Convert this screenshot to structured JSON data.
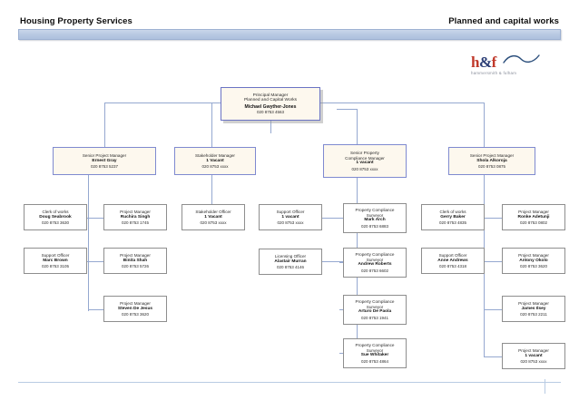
{
  "header": {
    "left_title": "Housing Property Services",
    "right_title": "Planned and capital works"
  },
  "logo": {
    "mark_h": "h",
    "mark_amp": "&",
    "mark_f": "f",
    "subtitle": "hammersmith & fulham",
    "colors": {
      "red": "#c0392b",
      "navy": "#2c3e76",
      "swoosh": "#1f4e79"
    }
  },
  "chart_data": {
    "type": "diagram",
    "title": "Planned and capital works organisation chart",
    "levels": [
      {
        "level": 1,
        "nodes": [
          {
            "id": "principal-manager",
            "role": "Principal Manager",
            "role2": "Planned and Capital Works",
            "name": "Michael Gwyther-Jones",
            "tel": "020 8753 4563"
          }
        ]
      },
      {
        "level": 2,
        "nodes": [
          {
            "id": "snr-project-manager-1",
            "role": "Senior Project Manager",
            "name": "Ernest Gray",
            "tel": "020 8753 5237"
          },
          {
            "id": "stakeholder-manager",
            "role": "Stakeholder Manager",
            "name": "1 Vacant",
            "tel": "020 8753 xxxx"
          },
          {
            "id": "snr-property-compliance-manager",
            "role": "Senior Property",
            "role2": "Compliance Manager",
            "name": "1 vacant",
            "tel": "020 8753 xxxx"
          },
          {
            "id": "snr-project-manager-2",
            "role": "Senior Project Manager",
            "name": "Shola Alkoroja",
            "tel": "020 8753 0875"
          }
        ]
      },
      {
        "level": 3,
        "columns": [
          {
            "id": "col-clerk-support",
            "nodes": [
              {
                "id": "clerk-of-works-doug",
                "role": "Clerk of works",
                "name": "Doug Seabrook",
                "tel": "020 8753 3630"
              },
              {
                "id": "support-officer-marc",
                "role": "Support Officer",
                "name": "Marc Brown",
                "tel": "020 8753 3105"
              }
            ]
          },
          {
            "id": "col-project-managers-1",
            "nodes": [
              {
                "id": "project-manager-ruchira",
                "role": "Project Manager",
                "name": "Ruchira Singh",
                "tel": "020 8753 1745"
              },
              {
                "id": "project-manager-binita",
                "role": "Project Manager",
                "name": "Binita Shah",
                "tel": "020 8753 5726"
              },
              {
                "id": "project-manager-steven",
                "role": "Project Manager",
                "name": "Steven De Jesus",
                "tel": "020 8753 3620"
              }
            ]
          },
          {
            "id": "col-stakeholder",
            "nodes": [
              {
                "id": "stakeholder-officer",
                "role": "Stakeholder Officer",
                "name": "1 Vacant",
                "tel": "020 8753 xxxx"
              }
            ]
          },
          {
            "id": "col-support-licensing",
            "nodes": [
              {
                "id": "support-officer-vacant",
                "role": "Support Officer",
                "name": "1 vacant",
                "tel": "020 8753 xxxx"
              },
              {
                "id": "licensing-officer-alastair",
                "role": "Licensing Officer",
                "name": "Alastair Murran",
                "tel": "020 8753 4146"
              }
            ]
          },
          {
            "id": "col-compliance-surveyors",
            "nodes": [
              {
                "id": "compliance-surveyor-mark",
                "role": "Property Compliance",
                "role2": "Surveyor",
                "name": "Mark Arch",
                "tel": "020 8753 6883"
              },
              {
                "id": "compliance-surveyor-andrew",
                "role": "Property Compliance",
                "role2": "Surveyor",
                "name": "Andrew Roberts",
                "tel": "020 8753 6602"
              },
              {
                "id": "compliance-surveyor-arturo",
                "role": "Property Compliance",
                "role2": "Surveyor",
                "name": "Arturo De Paola",
                "tel": "020 8753 1941"
              },
              {
                "id": "compliance-surveyor-sue",
                "role": "Property Compliance",
                "role2": "Surveyor",
                "name": "Sue Whitaker",
                "tel": "020 8753 4864"
              }
            ]
          },
          {
            "id": "col-clerk-support-2",
            "nodes": [
              {
                "id": "clerk-of-works-gerry",
                "role": "Clerk of works",
                "name": "Gerry Baker",
                "tel": "020 8753 4835"
              },
              {
                "id": "support-officer-anne",
                "role": "Support Officer",
                "name": "Anne Andrews",
                "tel": "020 8753 4318"
              }
            ]
          },
          {
            "id": "col-project-managers-2",
            "nodes": [
              {
                "id": "project-manager-ronke",
                "role": "Project Manager",
                "name": "Ronke Adetunji",
                "tel": "020 8753 0802"
              },
              {
                "id": "project-manager-antony",
                "role": "Project Manager",
                "name": "Antony Okolo",
                "tel": "020 8753 3620"
              },
              {
                "id": "project-manager-james",
                "role": "Project Manager",
                "name": "James Ilsey",
                "tel": "020 8753 2211"
              },
              {
                "id": "project-manager-vacant",
                "role": "Project Manager",
                "name": "1 vacant",
                "tel": "020 8753 xxxx"
              }
            ]
          }
        ]
      }
    ]
  }
}
